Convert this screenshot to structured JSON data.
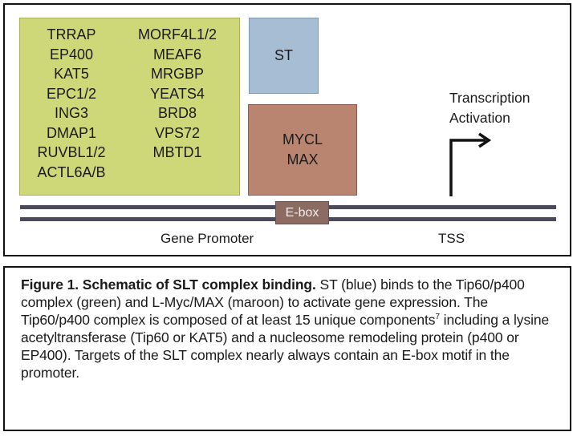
{
  "diagram": {
    "tip60_complex": {
      "left_column": [
        "TRRAP",
        "EP400",
        "KAT5",
        "EPC1/2",
        "ING3",
        "DMAP1",
        "RUVBL1/2",
        "ACTL6A/B"
      ],
      "right_column": [
        "MORF4L1/2",
        "MEAF6",
        "MRGBP",
        "YEATS4",
        "BRD8",
        "VPS72",
        "MBTD1"
      ],
      "color": "#cfd878"
    },
    "st_box": {
      "label": "ST",
      "color": "#a6bdd4"
    },
    "mycl_box": {
      "line1": "MYCL",
      "line2": "MAX",
      "color": "#b98571"
    },
    "ebox": {
      "label": "E-box",
      "color": "#8c6b62"
    },
    "dna_color": "#4a4a5a",
    "gene_promoter_label": "Gene Promoter",
    "tss_label": "TSS",
    "transcription": {
      "line1": "Transcription",
      "line2": "Activation"
    },
    "arrow_icon": "right-angle-arrow-icon"
  },
  "caption": {
    "title": "Figure 1. Schematic of SLT complex binding.",
    "part1": " ST (blue) binds to the Tip60/p400 complex (green) and L-Myc/MAX (maroon) to activate gene expression. The Tip60/p400 complex is composed of at least 15 unique components",
    "superscript": "7",
    "part2": " including a lysine acetyltransferase (Tip60 or KAT5) and a nucleosome remodeling protein (p400 or EP400). Targets of the SLT complex nearly always contain an E-box motif in the promoter."
  }
}
